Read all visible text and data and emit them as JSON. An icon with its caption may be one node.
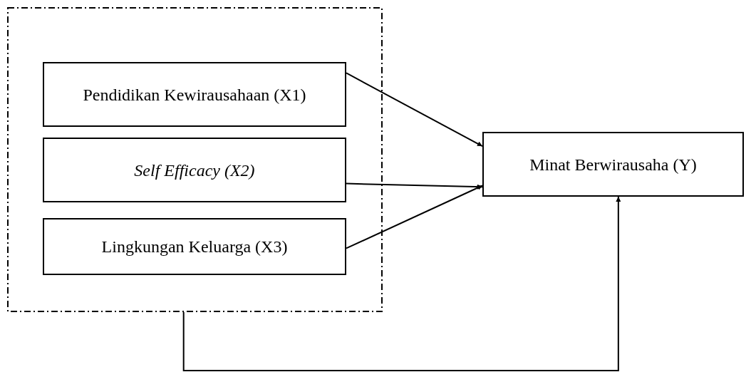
{
  "diagram": {
    "nodes": [
      {
        "text": [],
        "shape": "box"
      },
      {
        "text": [
          "Pendidikan Kewirausahaan (X1)"
        ],
        "in": 0
      },
      {
        "text": [
          "Self Efficacy (X2)"
        ],
        "in": 0
      },
      {
        "text": [
          "Lingkungan Keluarga (X3)"
        ],
        "in": 0
      },
      {
        "text": [
          "Minat Berwirausaha  (Y)"
        ]
      }
    ],
    "edges": [
      {
        "from": 1,
        "to": 4,
        "arrow": "to"
      },
      {
        "from": 2,
        "to": 4,
        "arrow": "to"
      },
      {
        "from": 3,
        "to": 4,
        "arrow": "to"
      },
      {
        "from": 0,
        "to": 4,
        "arrow": "to"
      }
    ]
  }
}
